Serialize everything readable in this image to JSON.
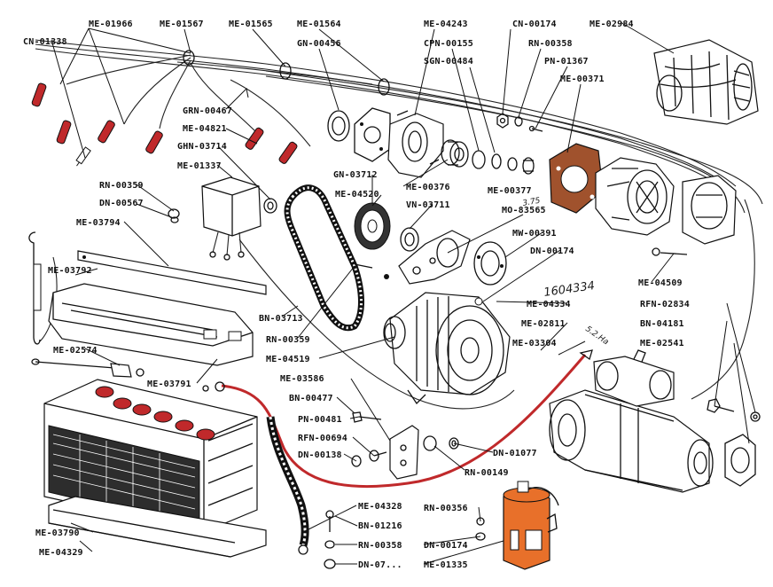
{
  "labels": {
    "me01966": "ME-01966",
    "me01567": "ME-01567",
    "me01565": "ME-01565",
    "me01564": "ME-01564",
    "me04243": "ME-04243",
    "cn00174": "CN-00174",
    "me02984": "ME-02984",
    "cn01338": "CN-01338",
    "gn00456": "GN-00456",
    "cpn00155": "CPN-00155",
    "rn00358a": "RN-00358",
    "sgn00484": "SGN-00484",
    "pn01367": "PN-01367",
    "me00371": "ME-00371",
    "grn00467": "GRN-00467",
    "me04821": "ME-04821",
    "ghn03714": "GHN-03714",
    "me01337": "ME-01337",
    "gn03712": "GN-03712",
    "me00376": "ME-00376",
    "me00377": "ME-00377",
    "me04520": "ME-04520",
    "vn03711": "VN-03711",
    "mo83565": "MO-83565",
    "rn00359a": "RN-00359",
    "dn00567": "DN-00567",
    "mw00391": "MW-00391",
    "me03794": "ME-03794",
    "dn00174a": "DN-00174",
    "me03792": "ME-03792",
    "me04509": "ME-04509",
    "bn03713": "BN-03713",
    "me04334": "ME-04334",
    "rfn02834": "RFN-02834",
    "me02811": "ME-02811",
    "bn04181": "BN-04181",
    "rn00359b": "RN-00359",
    "me03304": "ME-03304",
    "me02541": "ME-02541",
    "me04519": "ME-04519",
    "me02574": "ME-02574",
    "me03586": "ME-03586",
    "me03791": "ME-03791",
    "bn00477": "BN-00477",
    "pn00481": "PN-00481",
    "rfn00694": "RFN-00694",
    "dn00138": "DN-00138",
    "dn01077": "DN-01077",
    "rn00149": "RN-00149",
    "me03790": "ME-03790",
    "me04328": "ME-04328",
    "rn00356": "RN-00356",
    "bn01216": "BN-01216",
    "me04329": "ME-04329",
    "rn00358b": "RN-00358",
    "dn00174b": "DN-00174",
    "dn07": "DN-07...",
    "me01335": "ME-01335"
  },
  "annotations": {
    "handwritten_number": "1604334",
    "handwritten_small_a": "3.75",
    "handwritten_small_b": "5.2.Ha"
  },
  "colors": {
    "ink": "#111111",
    "red_part": "#c0292b",
    "orange_coil": "#e8702a",
    "brown_gasket": "#a0522d",
    "paper": "#ffffff"
  }
}
